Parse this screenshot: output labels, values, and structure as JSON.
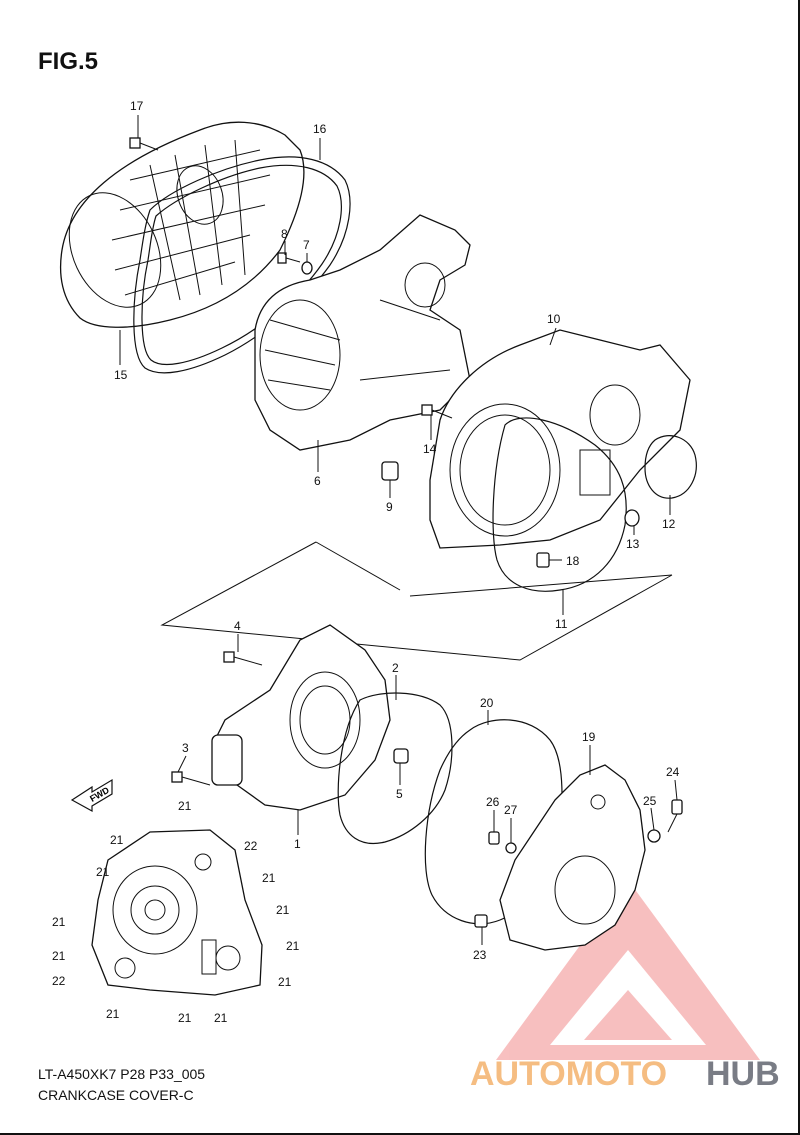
{
  "title": "FIG.5",
  "code": "LT-A450XK7 P28 P33_005",
  "name": "CRANKCASE COVER-C",
  "fwd_label": "FWD",
  "watermark": {
    "part1": "AUTOMOTO",
    "part2": "HUB",
    "color_main": "#f28c8c",
    "color_text": "#f4b26d",
    "color_hub": "#6b6e78"
  },
  "callouts": [
    "17",
    "16",
    "8",
    "7",
    "15",
    "6",
    "9",
    "10",
    "14",
    "12",
    "13",
    "18",
    "11",
    "4",
    "2",
    "20",
    "19",
    "3",
    "24",
    "5",
    "26",
    "27",
    "25",
    "1",
    "22",
    "23",
    "21"
  ]
}
